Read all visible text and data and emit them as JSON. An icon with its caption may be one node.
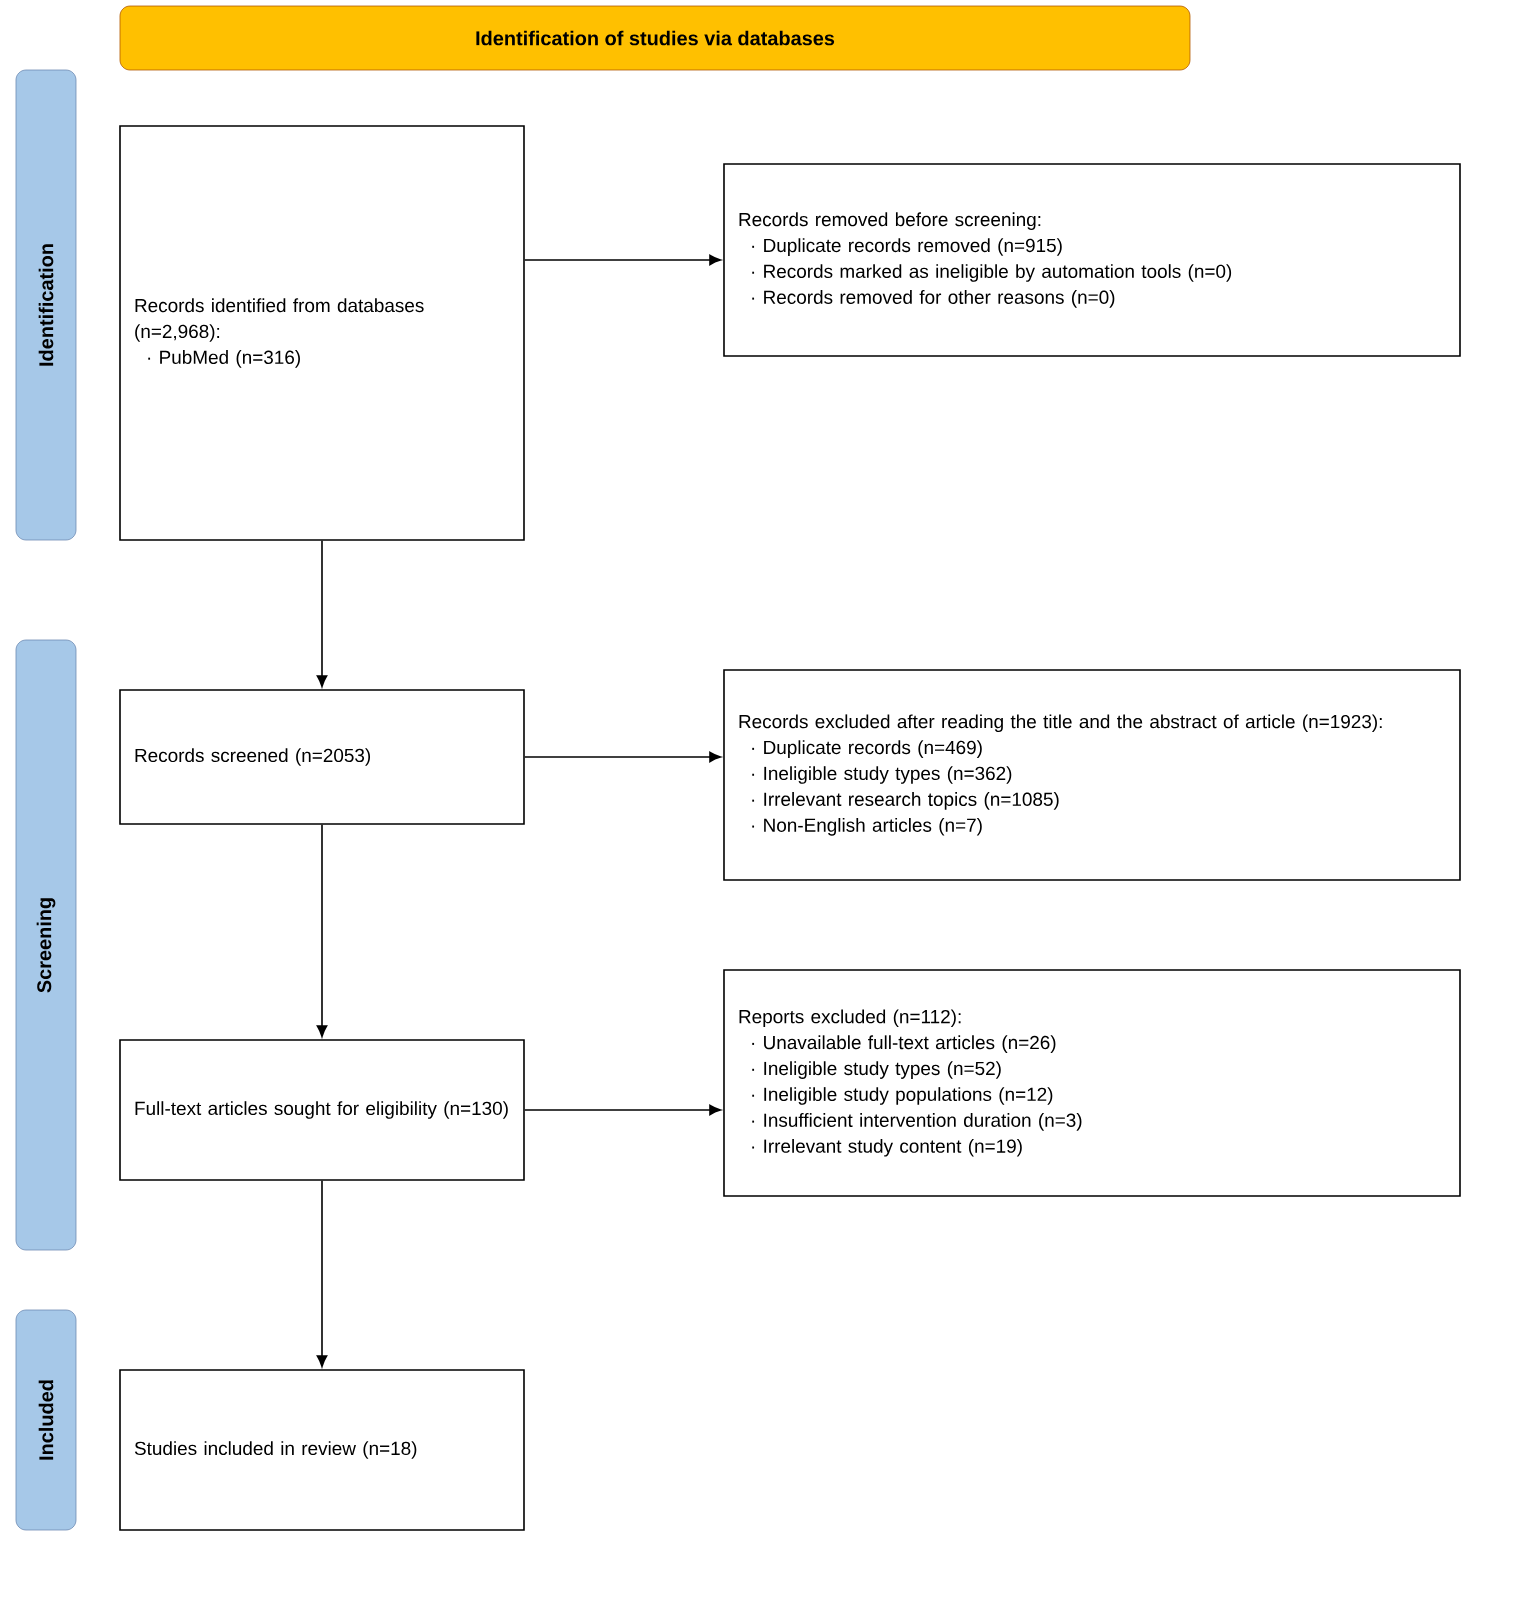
{
  "diagram": {
    "nodes": [
      {
        "text": [
          "Identification of studies via databases"
        ]
      },
      {
        "text": [
          "Identification"
        ]
      },
      {
        "text": [
          "Screening"
        ]
      },
      {
        "text": [
          "Included"
        ]
      },
      {
        "text": [
          "Records identified from databases (n=2,968):",
          "· PubMed (n=316)"
        ]
      },
      {
        "text": [
          "Records removed before screening:",
          "· Duplicate records removed (n=915)",
          "· Records marked as ineligible by automation tools (n=0)",
          "· Records removed for other reasons (n=0)"
        ]
      },
      {
        "text": [
          "Records screened (n=2053)"
        ]
      },
      {
        "text": [
          "Records excluded after reading the title and the abstract of article (n=1923):",
          "· Duplicate records (n=469)",
          "· Ineligible study types (n=362)",
          "· Irrelevant research topics (n=1085)",
          "· Non-English articles (n=7)"
        ]
      },
      {
        "text": [
          "Full-text articles sought for eligibility (n=130)"
        ]
      },
      {
        "text": [
          "Reports excluded (n=112):",
          "· Unavailable full-text articles (n=26)",
          "· Ineligible study types (n=52)",
          "· Ineligible study populations (n=12)",
          "· Insufficient intervention duration (n=3)",
          "· Irrelevant study content (n=19)"
        ]
      },
      {
        "text": [
          "Studies included in review (n=18)"
        ]
      }
    ],
    "edges": [
      {
        "from": 4,
        "to": 5,
        "arrow": "to"
      },
      {
        "from": 4,
        "to": 6,
        "arrow": "to"
      },
      {
        "from": 6,
        "to": 7,
        "arrow": "to"
      },
      {
        "from": 6,
        "to": 8,
        "arrow": "to"
      },
      {
        "from": 8,
        "to": 9,
        "arrow": "to"
      },
      {
        "from": 8,
        "to": 10,
        "arrow": "to"
      }
    ]
  }
}
